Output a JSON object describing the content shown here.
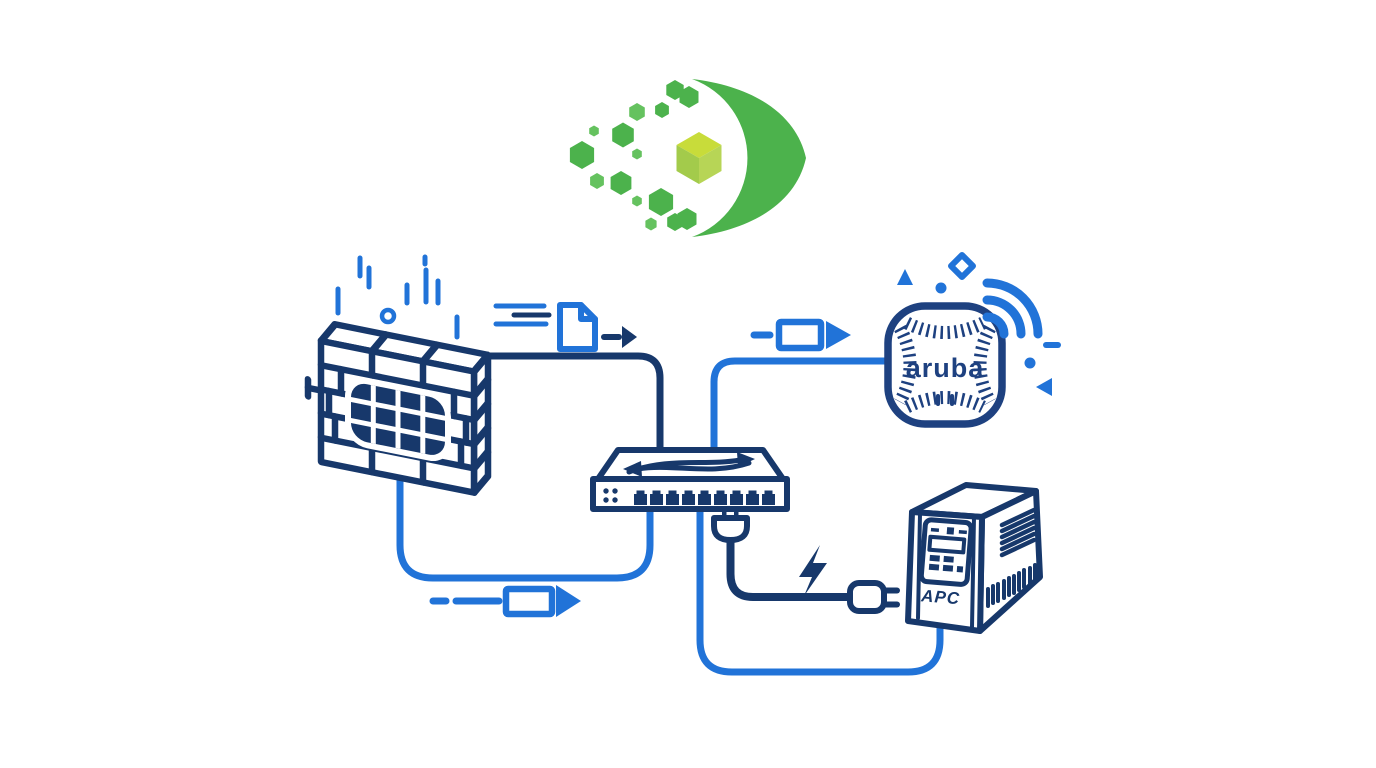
{
  "colors": {
    "navy": "#17386b",
    "blue": "#2173d8",
    "ap_navy": "#1e4180",
    "green": "#4cb24c",
    "green_light": "#65c25f",
    "cube_top": "#c8dc3a",
    "cube_left": "#a3cb4b",
    "cube_right": "#b7d556",
    "background": "#ffffff"
  },
  "nodes": {
    "logo": {
      "name": "monitoring-eye-logo"
    },
    "firewall": {
      "name": "firewall-brick-wall"
    },
    "switch": {
      "name": "network-switch",
      "port_count": 9
    },
    "access_point": {
      "label": "aruba"
    },
    "ups": {
      "label": "APC"
    }
  },
  "edges": [
    {
      "from": "firewall",
      "to": "switch",
      "style": "solid",
      "color_key": "navy",
      "via": "top"
    },
    {
      "from": "switch",
      "to": "access_point",
      "style": "solid",
      "color_key": "blue"
    },
    {
      "from": "firewall",
      "to": "switch",
      "style": "solid",
      "color_key": "blue",
      "via": "bottom"
    },
    {
      "from": "switch",
      "to": "ups",
      "style": "solid",
      "color_key": "blue",
      "via": "bottom"
    },
    {
      "from": "switch",
      "to": "ups",
      "style": "power-cable",
      "color_key": "navy"
    }
  ]
}
